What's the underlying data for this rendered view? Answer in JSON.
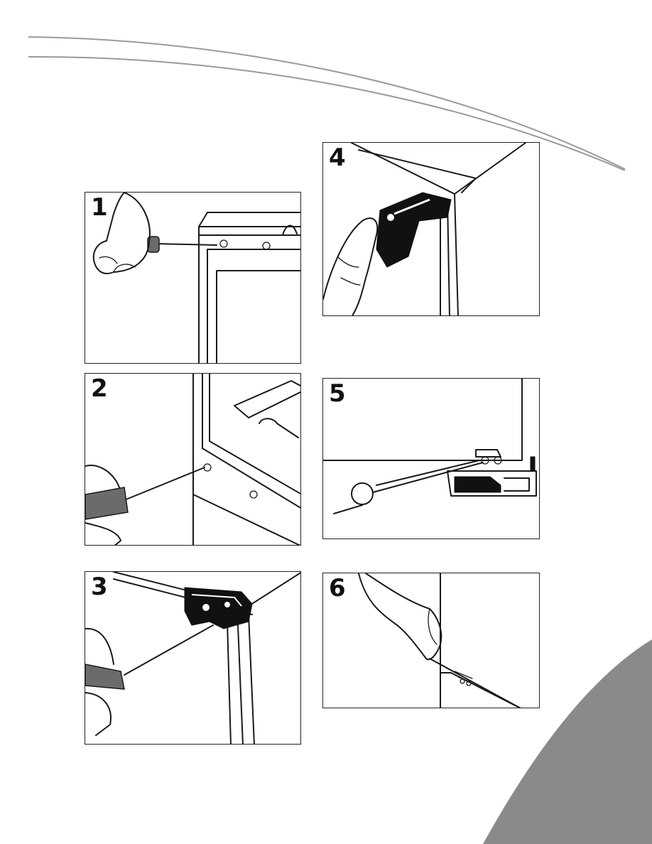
{
  "steps": [
    {
      "number": "1",
      "illustration": "unscrew-hinge-cover-icon"
    },
    {
      "number": "2",
      "illustration": "unscrew-side-panel-icon"
    },
    {
      "number": "3",
      "illustration": "remove-top-hinge-icon"
    },
    {
      "number": "4",
      "illustration": "lift-hinge-bracket-icon"
    },
    {
      "number": "5",
      "illustration": "unscrew-bottom-hinge-icon"
    },
    {
      "number": "6",
      "illustration": "remove-door-icon"
    }
  ],
  "colors": {
    "swoosh_line": "#9a9a9a",
    "corner_swoosh": "#8a8a8a",
    "screwdriver_grip": "#6b6b6b"
  }
}
